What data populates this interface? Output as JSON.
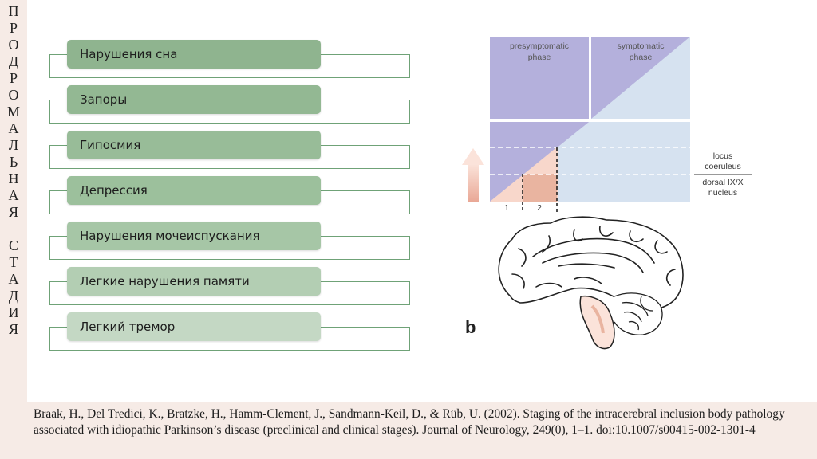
{
  "side_title": [
    "П",
    "Р",
    "О",
    "Д",
    "Р",
    "О",
    "М",
    "А",
    "Л",
    "Ь",
    "Н",
    "А",
    "Я",
    "",
    "С",
    "Т",
    "А",
    "Д",
    "И",
    "Я"
  ],
  "symptoms": [
    {
      "label": "Нарушения сна",
      "color": "#8fb48f"
    },
    {
      "label": "Запоры",
      "color": "#93b893"
    },
    {
      "label": "Гипосмия",
      "color": "#98bc98"
    },
    {
      "label": "Депрессия",
      "color": "#9cc09c"
    },
    {
      "label": "Нарушения мочеиспускания",
      "color": "#a6c6a6"
    },
    {
      "label": "Легкие нарушения памяти",
      "color": "#b3ceb3"
    },
    {
      "label": "Легкий тремор",
      "color": "#c4d8c4"
    }
  ],
  "figure": {
    "presymptomatic_line1": "presymptomatic",
    "presymptomatic_line2": "phase",
    "symptomatic_line1": "symptomatic",
    "symptomatic_line2": "phase",
    "locus_line1": "locus",
    "locus_line2": "coeruleus",
    "dorsal_line1": "dorsal IX/X",
    "dorsal_line2": "nucleus",
    "tick_1": "1",
    "tick_2": "2",
    "panel_letter": "b",
    "colors": {
      "purple": "#b4b0dc",
      "light_blue": "#d6e2f0",
      "salmon": "#f0b09a"
    }
  },
  "reference": "Braak, H., Del Tredici, K., Bratzke, H., Hamm-Clement, J., Sandmann-Keil, D., & Rüb, U. (2002). Staging of the intracerebral inclusion body pathology associated with idiopathic Parkinson’s disease (preclinical and clinical stages). Journal of Neurology, 249(0), 1–1. doi:10.1007/s00415-002-1301-4"
}
